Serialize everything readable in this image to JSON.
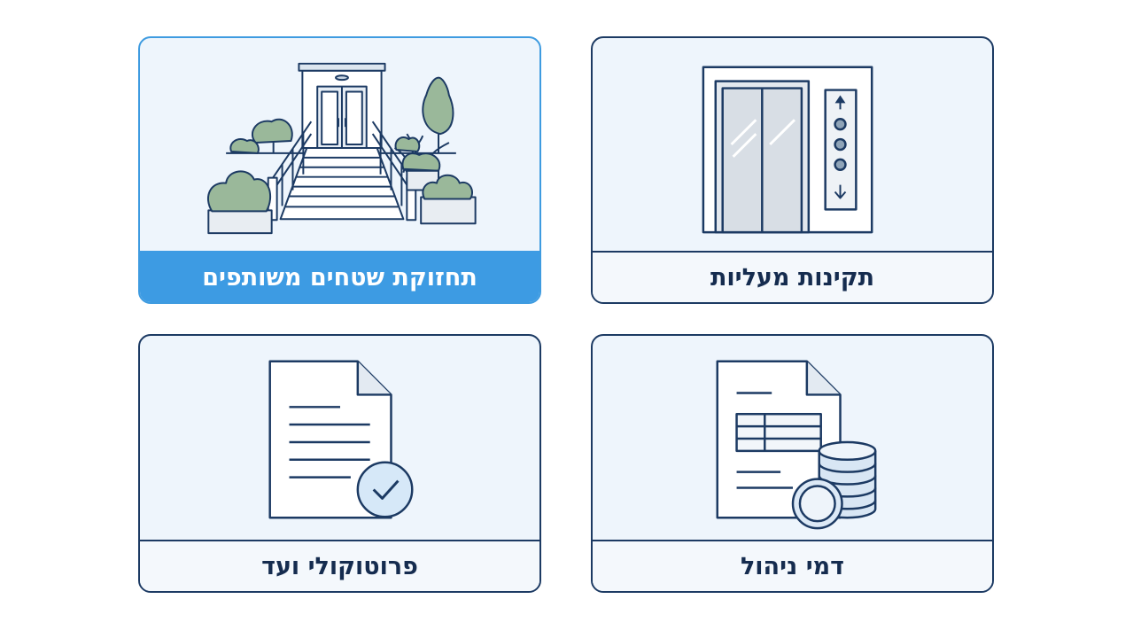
{
  "cards": [
    {
      "label": "תחזוקת שטחים משותפים",
      "icon": "building-entrance-icon",
      "selected": true
    },
    {
      "label": "תקינות מעליות",
      "icon": "elevator-icon",
      "selected": false
    },
    {
      "label": "פרוטוקולי ועד",
      "icon": "document-check-icon",
      "selected": false
    },
    {
      "label": "דמי ניהול",
      "icon": "invoice-coins-icon",
      "selected": false
    }
  ],
  "colors": {
    "border": "#1c3a63",
    "card_background": "#eef5fc",
    "selected_accent": "#3d9be3",
    "label_text": "#152c4f",
    "foliage": "#9ab89a"
  }
}
